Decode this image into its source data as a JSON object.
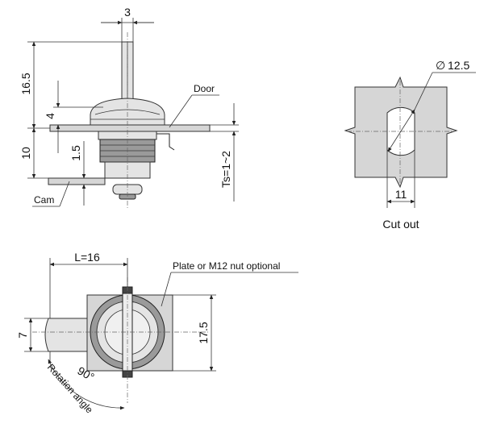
{
  "side_view": {
    "dim_shaft_width": "3",
    "dim_shaft_height": "16.5",
    "dim_4": "4",
    "dim_10": "10",
    "dim_1_5": "1.5",
    "dim_ts": "Ts=1~2",
    "label_door": "Door",
    "label_cam": "Cam"
  },
  "cutout_view": {
    "dim_diameter": "12.5",
    "diameter_symbol": "∅",
    "dim_width": "11",
    "caption": "Cut out"
  },
  "top_view": {
    "dim_length": "L=16",
    "label_plate": "Plate or M12 nut optional",
    "dim_7": "7",
    "dim_17_5": "17.5",
    "dim_angle": "90°",
    "label_rotation": "Rotation angle"
  }
}
